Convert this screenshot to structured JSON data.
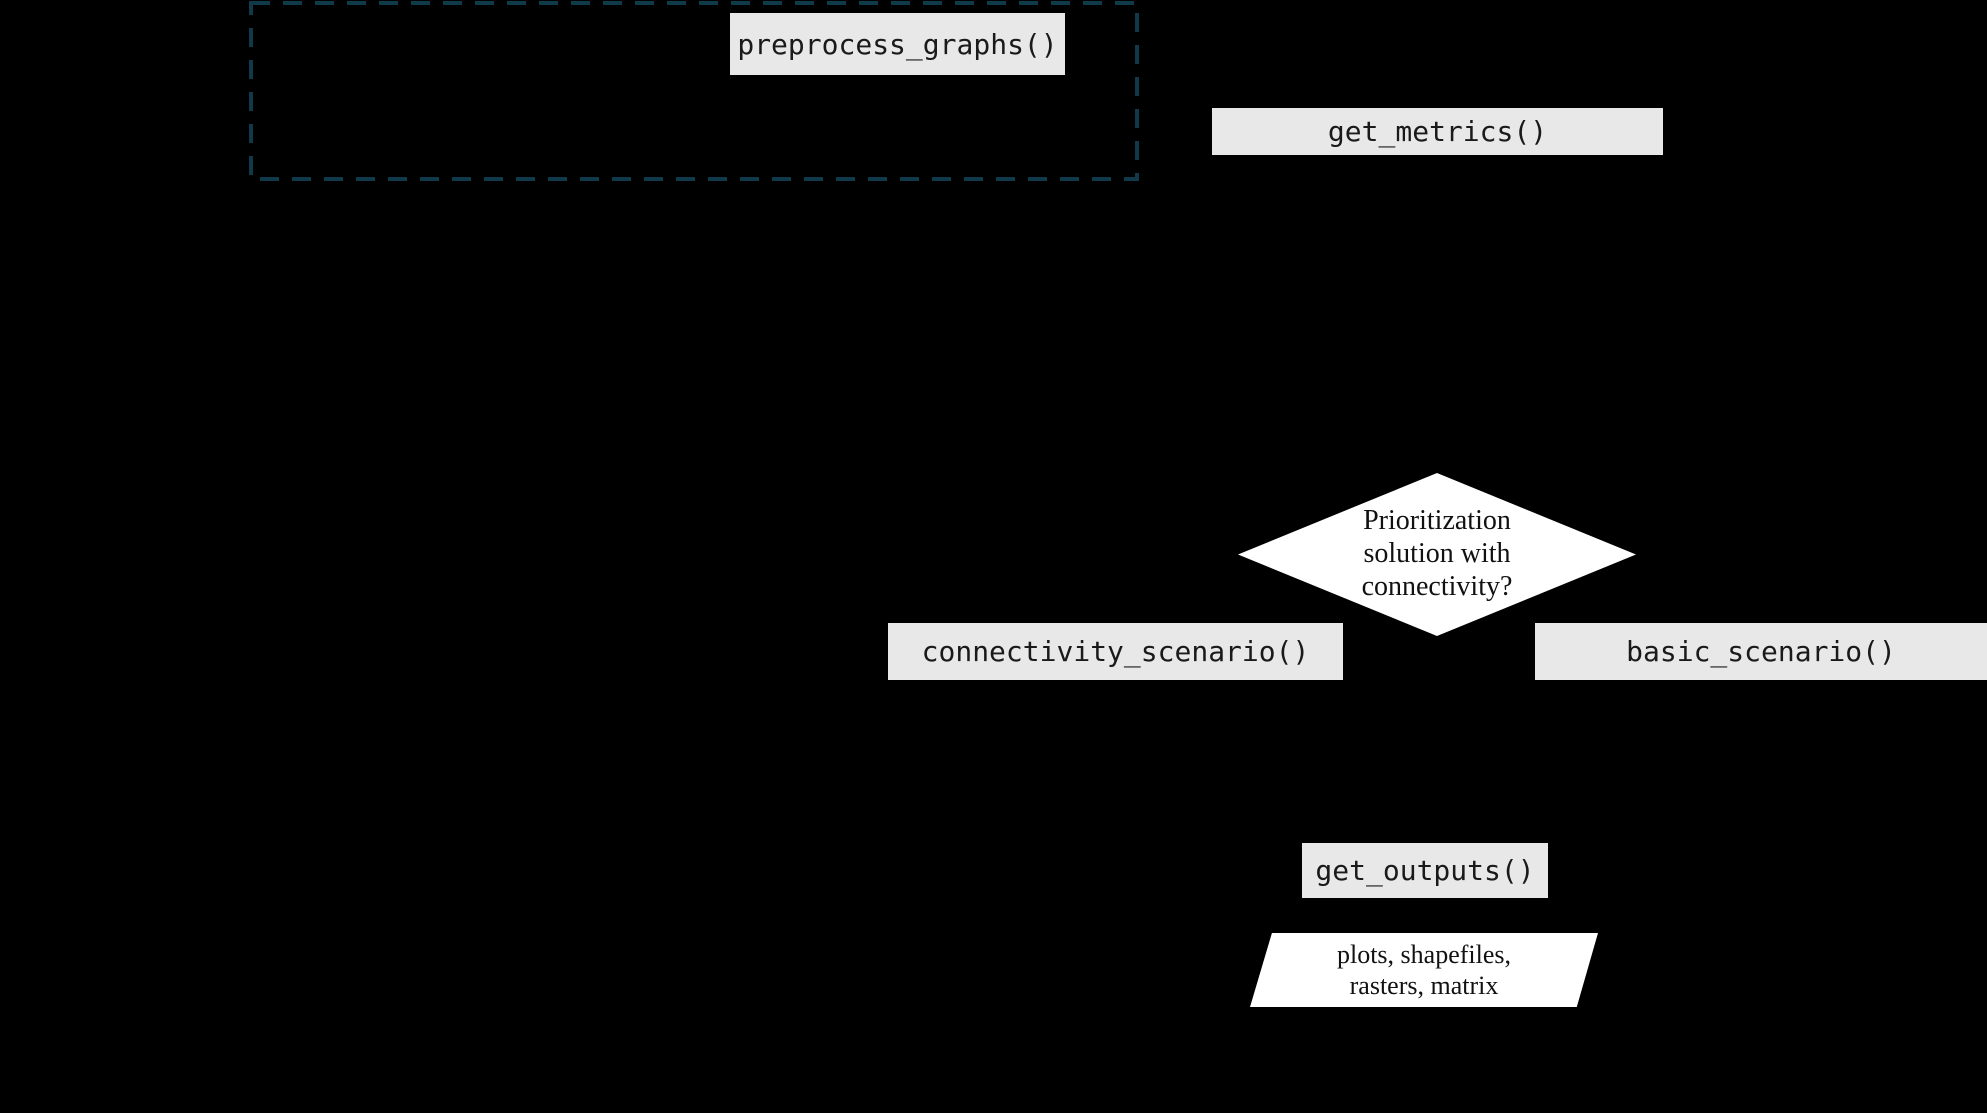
{
  "diagram": {
    "colors": {
      "background": "#000000",
      "function_box_fill": "#e8e8e8",
      "function_box_text": "#1a1a1a",
      "shape_fill": "#ffffff",
      "shape_text": "#111111",
      "dashed_outline": "#10394a"
    },
    "nodes": {
      "preprocess_graphs": {
        "label": "preprocess_graphs()"
      },
      "get_metrics": {
        "label": "get_metrics()"
      },
      "decision": {
        "text": "Prioritization\nsolution with\nconnectivity?"
      },
      "connectivity_scenario": {
        "label": "connectivity_scenario()"
      },
      "basic_scenario": {
        "label": "basic_scenario()"
      },
      "get_outputs": {
        "label": "get_outputs()"
      },
      "outputs": {
        "text": "plots, shapefiles,\nrasters, matrix"
      }
    }
  }
}
